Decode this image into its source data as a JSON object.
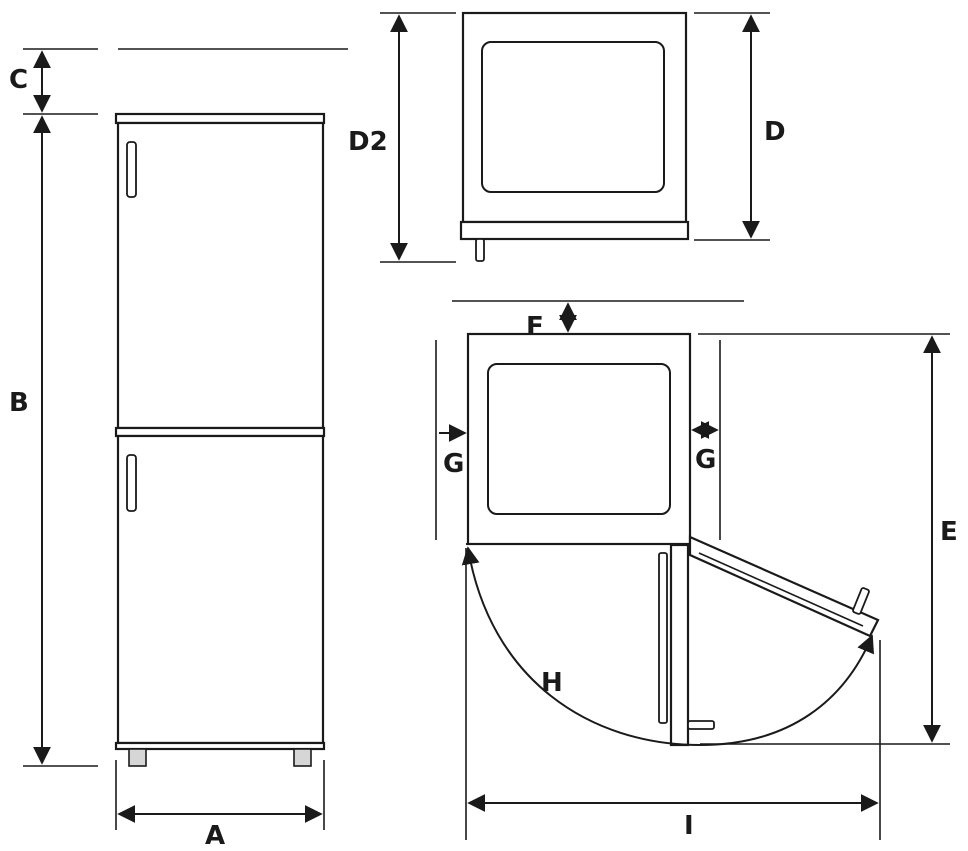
{
  "labels": {
    "a": "A",
    "b": "B",
    "c": "C",
    "d": "D",
    "d2": "D2",
    "e": "E",
    "f": "F",
    "g_left": "G",
    "g_right": "G",
    "h": "H",
    "i": "I"
  },
  "colors": {
    "line": "#1a1a1a",
    "background": "#ffffff",
    "feet": "#d6d6d6"
  }
}
